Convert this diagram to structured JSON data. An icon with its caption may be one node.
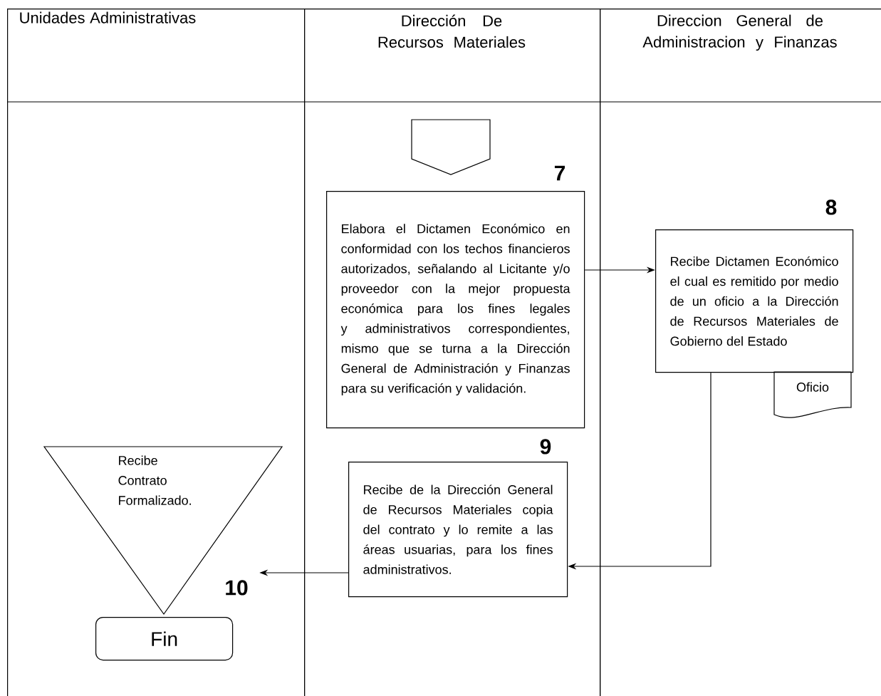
{
  "diagram": {
    "nodes": [
      {
        "text": [
          "Unidades Administrativas"
        ]
      },
      {
        "text": [
          "Dirección De Recursos Materiales"
        ]
      },
      {
        "text": [
          "Direccion General de Administracion y Finanzas"
        ]
      },
      {
        "text": [],
        "shape": "pentagon",
        "in": 1
      },
      {
        "text": [
          "Elabora el Dictamen Económico en conformidad con los techos financieros autorizados, señalando al Licitante y/o proveedor con la mejor propuesta económica para los fines legales y administrativos correspondientes, mismo que se turna a la Dirección General de Administración y Finanzas para su verificación y validación."
        ],
        "beside": [
          "7"
        ],
        "in": 1
      },
      {
        "text": [
          "Recibe Dictamen Económico el cual es remitido por medio de un oficio a la Dirección de Recursos Materiales de Gobierno del Estado"
        ],
        "beside": [
          "8"
        ],
        "in": 2
      },
      {
        "text": [
          "Oficio"
        ],
        "in": 2
      },
      {
        "text": [
          "Recibe de la Dirección General de Recursos Materiales copia del contrato y lo remite a las áreas usuarias, para los fines administrativos."
        ],
        "beside": [
          "9"
        ],
        "in": 1
      },
      {
        "text": [
          "Recibe Contrato Formalizado."
        ],
        "beside": [
          "10"
        ],
        "in": 0
      },
      {
        "text": [
          "Fin"
        ],
        "in": 0
      }
    ],
    "edges": [
      {
        "from": 4,
        "to": 5,
        "arrow": "to"
      },
      {
        "from": 5,
        "to": 7,
        "arrow": "to"
      },
      {
        "from": 7,
        "to": 8,
        "arrow": "to"
      }
    ]
  }
}
